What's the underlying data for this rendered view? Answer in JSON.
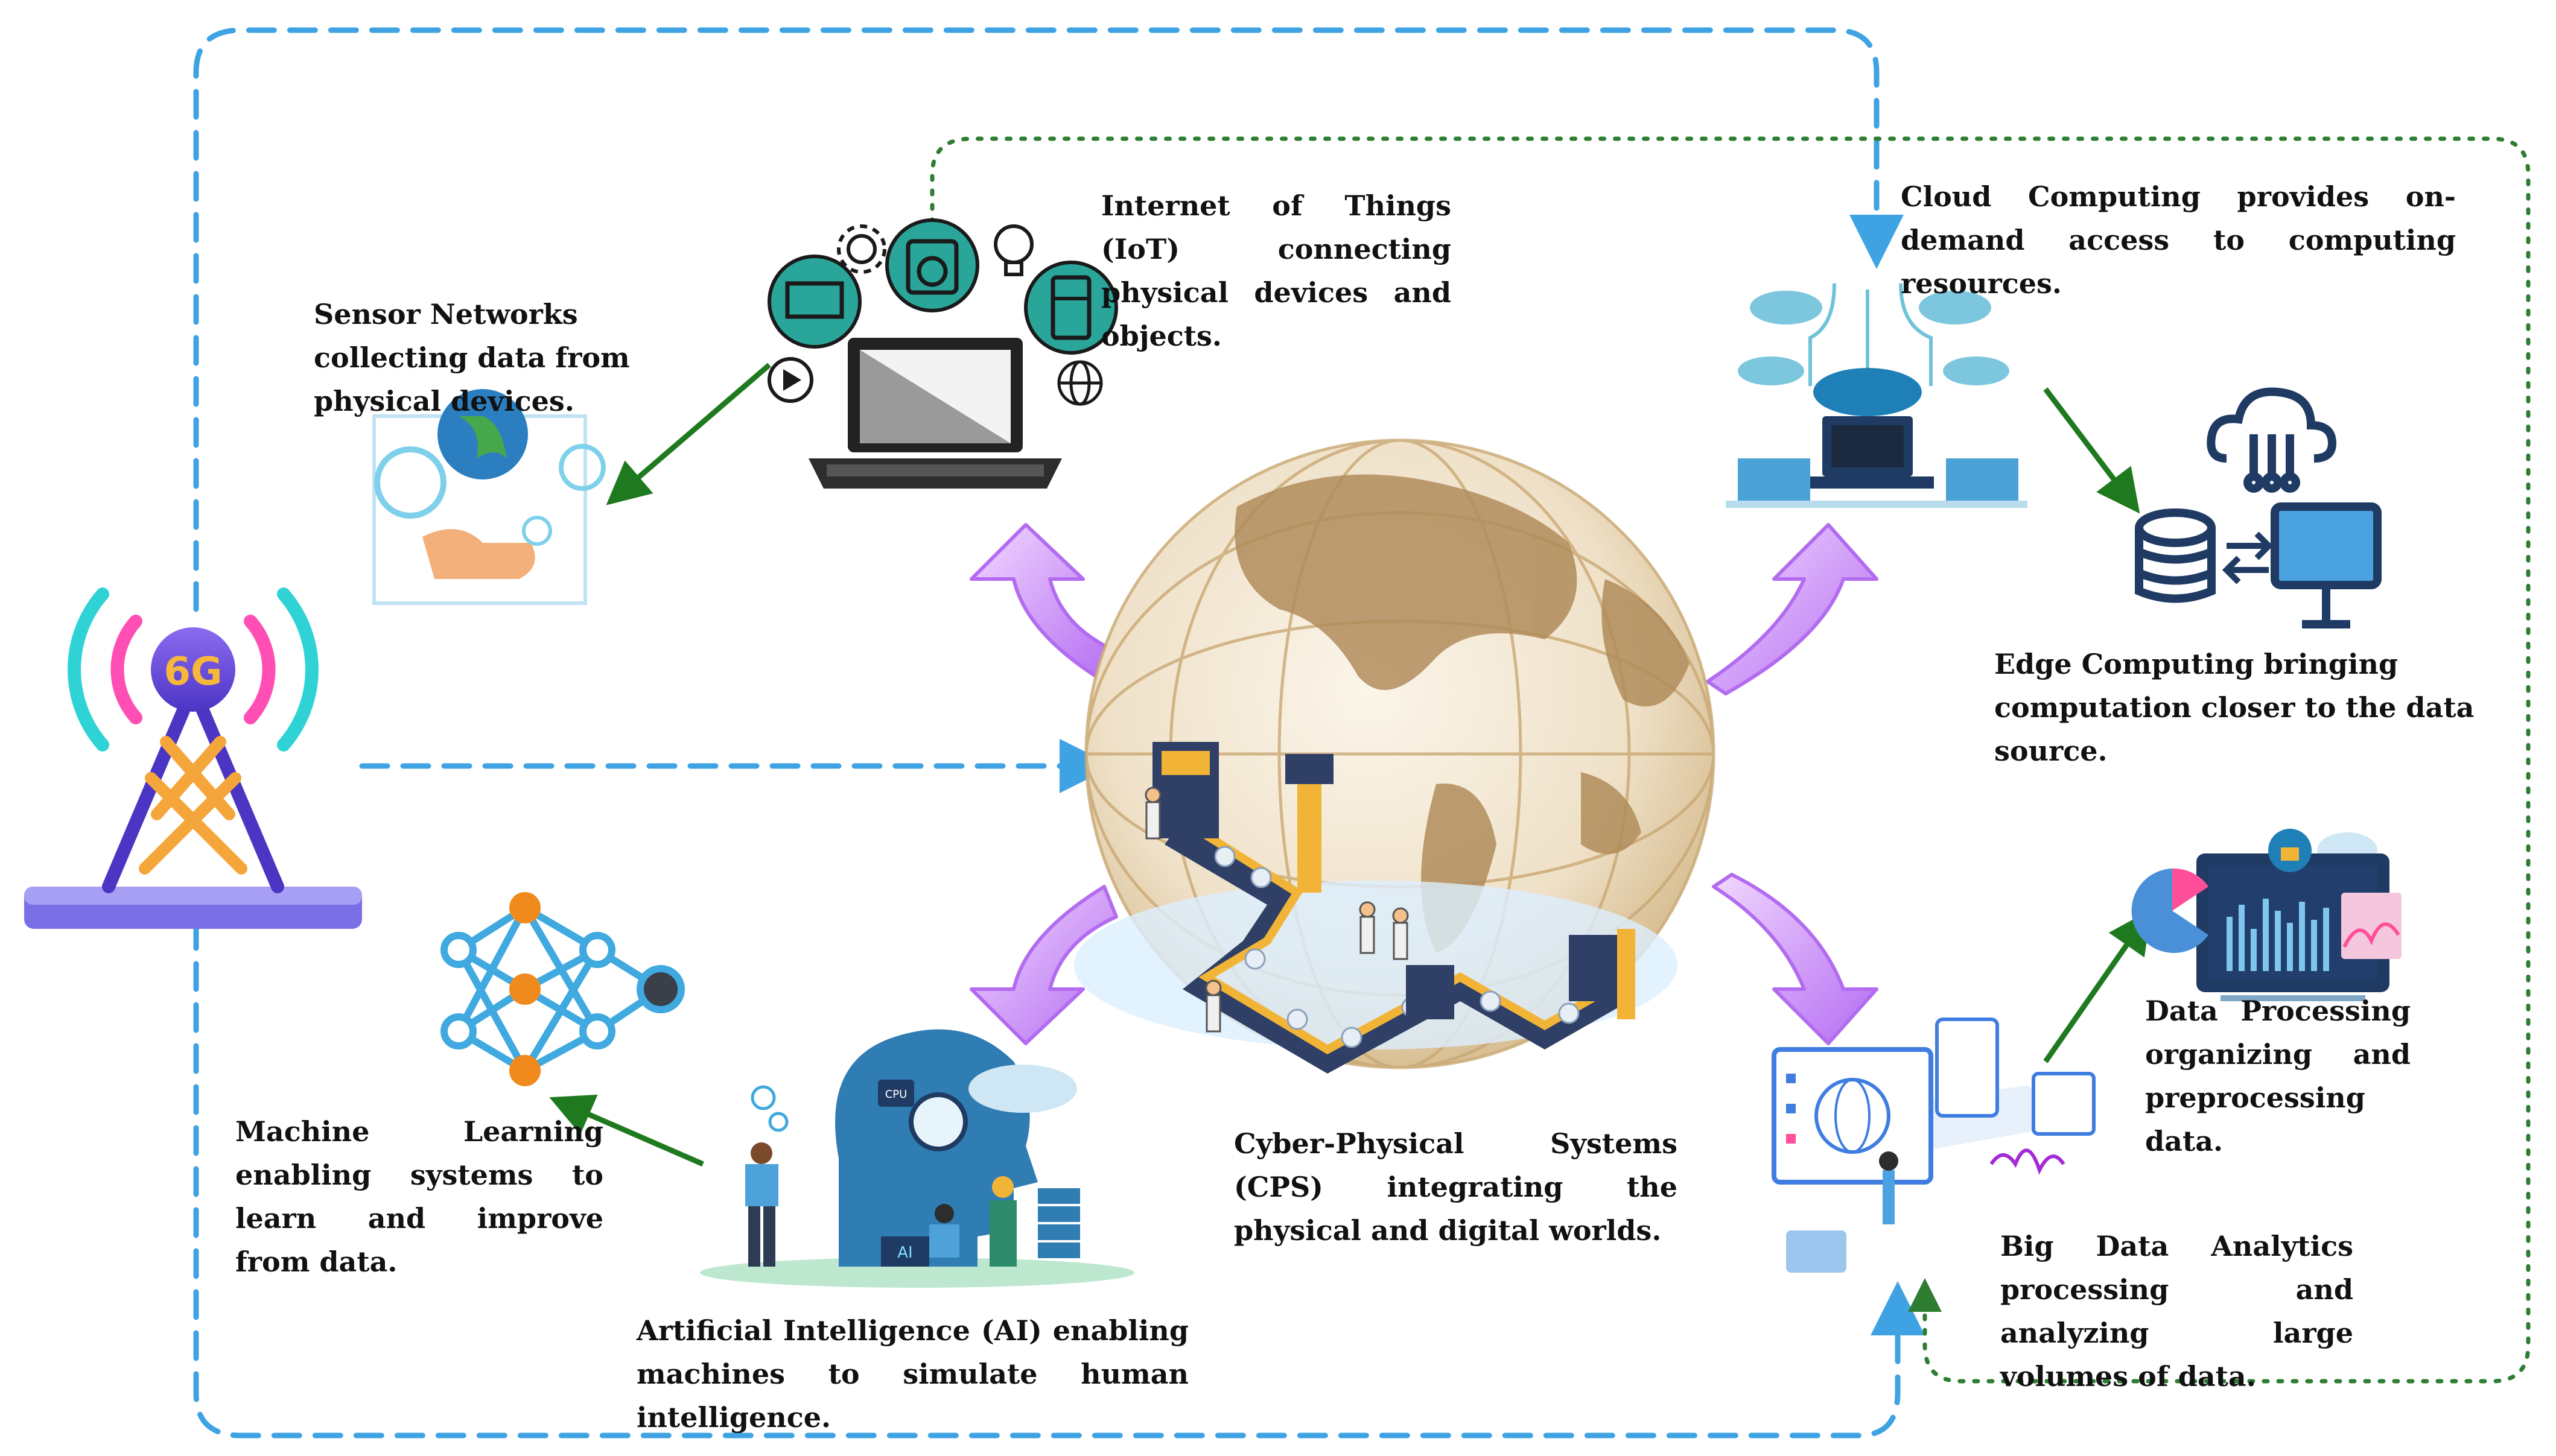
{
  "labels": {
    "iot": "Internet of Things (IoT) connecting physical devices and objects.",
    "sensor": "Sensor Networks collecting data from physical devices.",
    "cloud": "Cloud Computing provides on-demand access to computing resources.",
    "edge": "Edge Computing bringing computation closer to the data source.",
    "ml": "Machine Learning enabling systems to learn and improve from data.",
    "ai": "Artificial Intelligence (AI) enabling machines to simulate human intelligence.",
    "cps": "Cyber-Physical Systems (CPS) integrating the physical and digital worlds.",
    "dataproc": "Data Processing organizing and preprocessing data.",
    "bigdata": "Big Data Analytics processing and analyzing large volumes of data."
  },
  "badges": {
    "tower": "6G",
    "chip": "CPU",
    "ai_box": "AI"
  },
  "colors": {
    "blue_dashed": "#3fa3e3",
    "green_dotted": "#2e7d32",
    "green_arrow": "#1f7a1f",
    "purple_arrow": "#b36cf0",
    "globe": "#c9a97a",
    "tower": "#6a4fd8",
    "teal": "#2aa59a",
    "navy": "#1f3b63"
  },
  "icons": [
    "cell-tower-icon",
    "laptop-icon",
    "tv-icon",
    "camera-icon",
    "fridge-icon",
    "gear-icon",
    "lightbulb-icon",
    "globe-grid-icon",
    "play-icon",
    "cloud-icon",
    "database-icon",
    "monitor-icon",
    "neural-network-icon",
    "ai-head-icon",
    "analytics-icon",
    "dashboard-icon"
  ]
}
